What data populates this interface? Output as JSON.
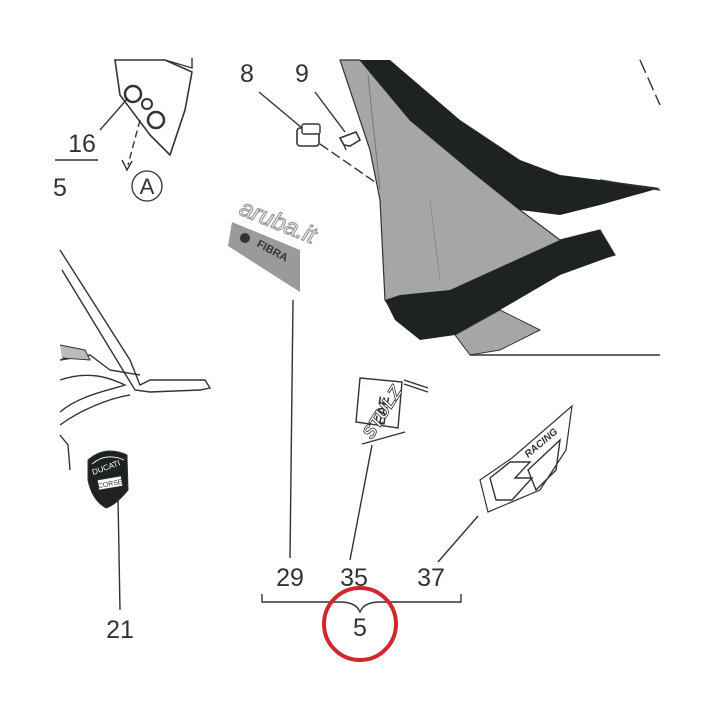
{
  "callouts": {
    "p8": "8",
    "p9": "9",
    "p16": "16",
    "p5_partial": "5",
    "view_a": "A",
    "p29": "29",
    "p35": "35",
    "p37": "37",
    "p21": "21",
    "group_5": "5"
  },
  "decals": {
    "aruba_text": "aruba.it",
    "fibra_text": "FIBRA",
    "eae_text": "EAE",
    "stulz_text": "STULZ",
    "ducati_text": "DUCATI",
    "corse_text": "CORSE",
    "racing_text": "RACING"
  },
  "colors": {
    "fairing_gray": "#a6a6a6",
    "fairing_black": "#1e2220",
    "highlight_red": "#d0262e",
    "ink": "#333333"
  }
}
